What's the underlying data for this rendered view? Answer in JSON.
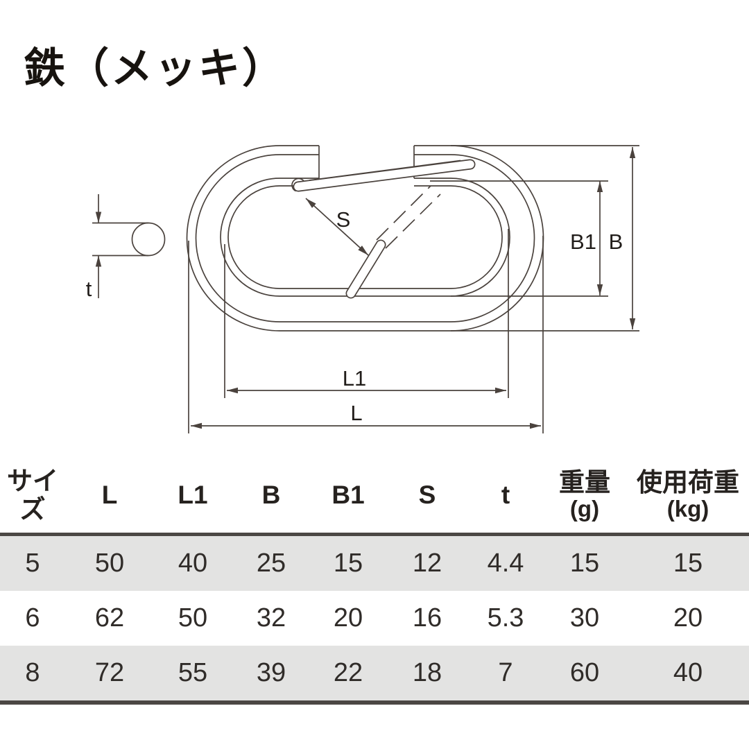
{
  "title": "鉄（メッキ）",
  "diagram": {
    "labels": {
      "s": "S",
      "b1": "B1",
      "b": "B",
      "l1": "L1",
      "l": "L",
      "t": "t"
    }
  },
  "colors": {
    "line": "#4a423d",
    "label_text": "#211d1a",
    "table_border": "#4b4744",
    "row_stripe": "#e3e3e2"
  },
  "table": {
    "headers": [
      {
        "label": "サイズ",
        "unit": ""
      },
      {
        "label": "L",
        "unit": ""
      },
      {
        "label": "L1",
        "unit": ""
      },
      {
        "label": "B",
        "unit": ""
      },
      {
        "label": "B1",
        "unit": ""
      },
      {
        "label": "S",
        "unit": ""
      },
      {
        "label": "t",
        "unit": ""
      },
      {
        "label": "重量",
        "unit": "(g)"
      },
      {
        "label": "使用荷重",
        "unit": "(kg)"
      }
    ],
    "rows": [
      [
        "5",
        "50",
        "40",
        "25",
        "15",
        "12",
        "4.4",
        "15",
        "15"
      ],
      [
        "6",
        "62",
        "50",
        "32",
        "20",
        "16",
        "5.3",
        "30",
        "20"
      ],
      [
        "8",
        "72",
        "55",
        "39",
        "22",
        "18",
        "7",
        "60",
        "40"
      ]
    ]
  }
}
